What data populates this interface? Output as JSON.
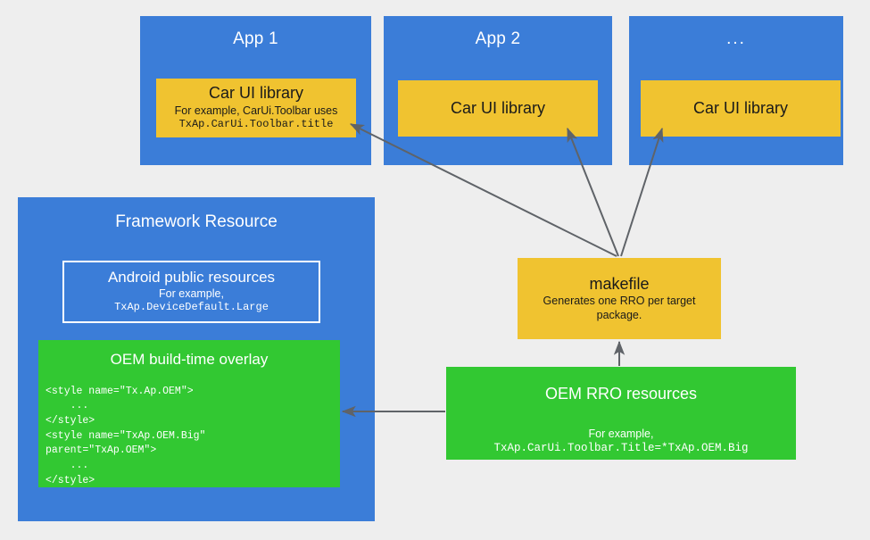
{
  "diagram": {
    "title": "Android Automotive Car UI library RRO overlay flow",
    "background_color": "#eeeeee",
    "colors": {
      "blue": "#3b7dd8",
      "yellow": "#f0c330",
      "green": "#32c832",
      "arrow": "#5f6368",
      "white": "#ffffff"
    }
  },
  "apps": [
    {
      "panel_title": "App 1",
      "library_title": "Car UI library",
      "library_sub": "For example, CarUi.Toolbar uses",
      "library_code": "TxAp.CarUi.Toolbar.title"
    },
    {
      "panel_title": "App 2",
      "library_title": "Car UI library",
      "library_sub": "",
      "library_code": ""
    },
    {
      "panel_title": "...",
      "library_title": "Car UI library",
      "library_sub": "",
      "library_code": ""
    }
  ],
  "framework": {
    "title": "Framework Resource",
    "android_resources": {
      "title": "Android public resources",
      "sub": "For example,",
      "code": "TxAp.DeviceDefault.Large"
    },
    "oem_overlay": {
      "title": "OEM build-time overlay",
      "code": "<style name=\"Tx.Ap.OEM\">\n    ...\n</style>\n<style name=\"TxAp.OEM.Big\"\nparent=\"TxAp.OEM\">\n    ...\n</style>"
    }
  },
  "makefile": {
    "title": "makefile",
    "sub": "Generates one RRO per target package."
  },
  "rro": {
    "title": "OEM RRO resources",
    "sub": "For example,",
    "code": "TxAp.CarUi.Toolbar.Title=*TxAp.OEM.Big"
  },
  "arrows": [
    {
      "name": "makefile-to-app1",
      "from": "makefile",
      "to": "app-1-car-ui-library"
    },
    {
      "name": "makefile-to-app2",
      "from": "makefile",
      "to": "app-2-car-ui-library"
    },
    {
      "name": "makefile-to-app3",
      "from": "makefile",
      "to": "app-3-car-ui-library"
    },
    {
      "name": "rro-to-makefile",
      "from": "oem-rro-resources",
      "to": "makefile"
    },
    {
      "name": "rro-to-oem-overlay",
      "from": "oem-rro-resources",
      "to": "oem-build-time-overlay"
    }
  ]
}
